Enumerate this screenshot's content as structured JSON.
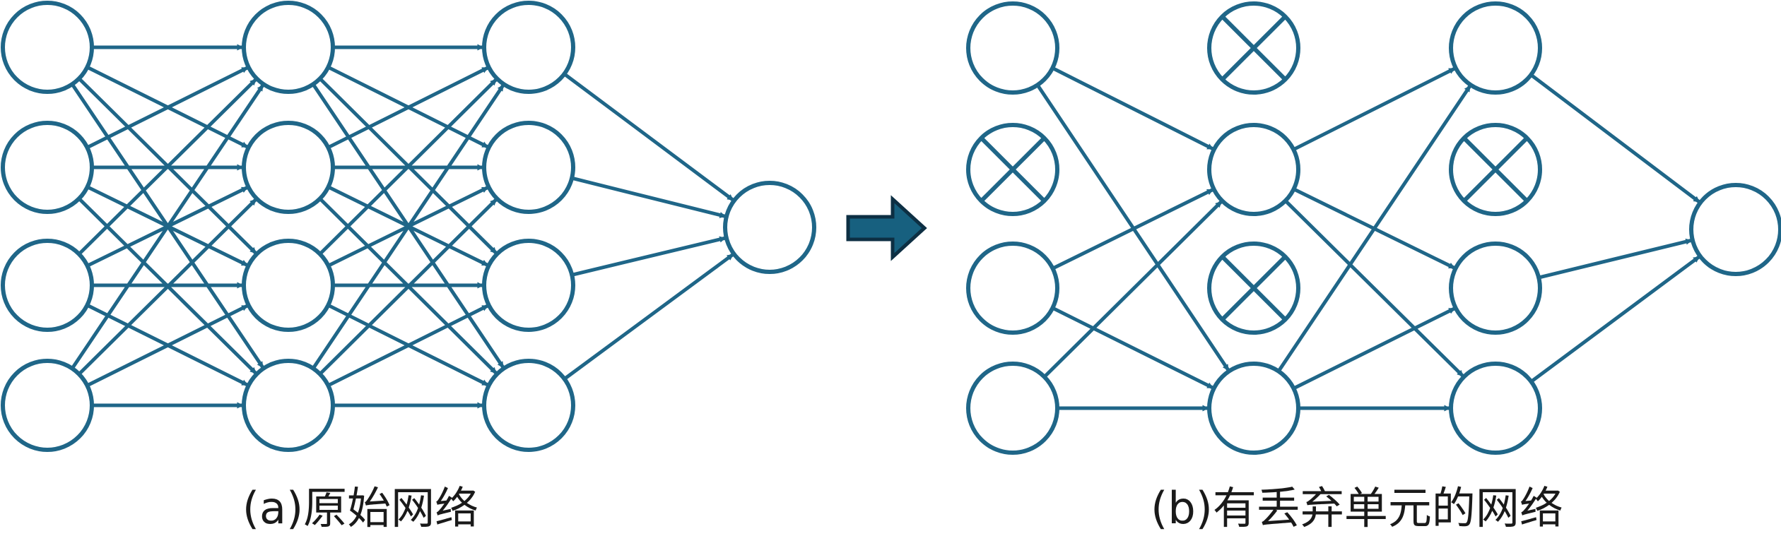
{
  "colors": {
    "stroke": "#1f6688",
    "arrow_fill": "#17607f",
    "arrow_outline": "#0d2f43",
    "caption": "#1a1a1a"
  },
  "captions": {
    "original": "(a)原始网络",
    "dropout": "(b)有丢弃单元的网络"
  },
  "networks": {
    "original": {
      "layers": [
        4,
        4,
        4,
        1
      ],
      "dropped": [
        [],
        [],
        [],
        []
      ]
    },
    "dropout": {
      "layers": [
        4,
        4,
        4,
        1
      ],
      "dropped": [
        [
          1
        ],
        [
          0,
          2
        ],
        [
          1
        ],
        []
      ]
    }
  },
  "transition_icon": "right-arrow-icon"
}
